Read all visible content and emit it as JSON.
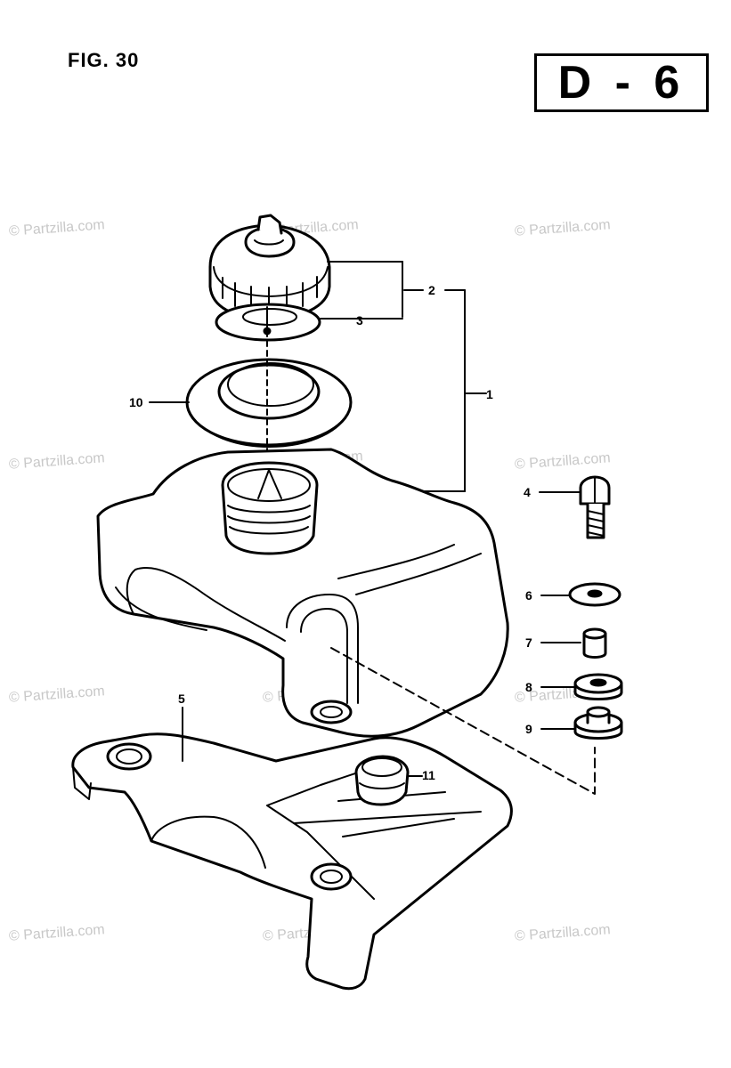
{
  "figure": {
    "label": "FIG. 30",
    "code": "D - 6"
  },
  "watermark": "© Partzilla.com",
  "callouts": [
    {
      "id": "1",
      "text": "1"
    },
    {
      "id": "2",
      "text": "2"
    },
    {
      "id": "3",
      "text": "3"
    },
    {
      "id": "4",
      "text": "4"
    },
    {
      "id": "5",
      "text": "5"
    },
    {
      "id": "6",
      "text": "6"
    },
    {
      "id": "7",
      "text": "7"
    },
    {
      "id": "8",
      "text": "8"
    },
    {
      "id": "9",
      "text": "9"
    },
    {
      "id": "10",
      "text": "10"
    },
    {
      "id": "11",
      "text": "11"
    }
  ],
  "colors": {
    "line": "#000000",
    "watermark": "#c8c8c8",
    "background": "#ffffff"
  }
}
